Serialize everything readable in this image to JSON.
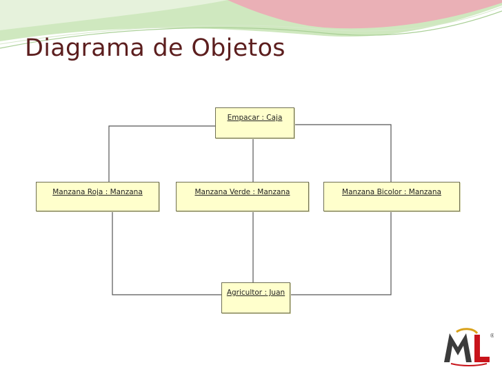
{
  "slide": {
    "title": "Diagrama de Objetos"
  },
  "diagram": {
    "objects": [
      {
        "id": "empacar",
        "label": "Empacar : Caja"
      },
      {
        "id": "roja",
        "label": "Manzana Roja : Manzana"
      },
      {
        "id": "verde",
        "label": "Manzana Verde : Manzana"
      },
      {
        "id": "bicolor",
        "label": "Manzana Bicolor : Manzana"
      },
      {
        "id": "agricultor",
        "label": "Agricultor : Juan"
      }
    ],
    "links": [
      {
        "from": "empacar",
        "to": "roja"
      },
      {
        "from": "empacar",
        "to": "verde"
      },
      {
        "from": "empacar",
        "to": "bicolor"
      },
      {
        "from": "roja",
        "to": "agricultor"
      },
      {
        "from": "verde",
        "to": "agricultor"
      },
      {
        "from": "bicolor",
        "to": "agricultor"
      }
    ]
  },
  "logo": {
    "icon": "uml-logo-icon",
    "text": "ML"
  },
  "colors": {
    "title": "#5c1e1e",
    "object_fill": "#ffffcc",
    "object_border": "#6e6e52",
    "link": "#555555",
    "banner_green": "#b9dca0",
    "banner_pink": "#e8a0aa"
  }
}
